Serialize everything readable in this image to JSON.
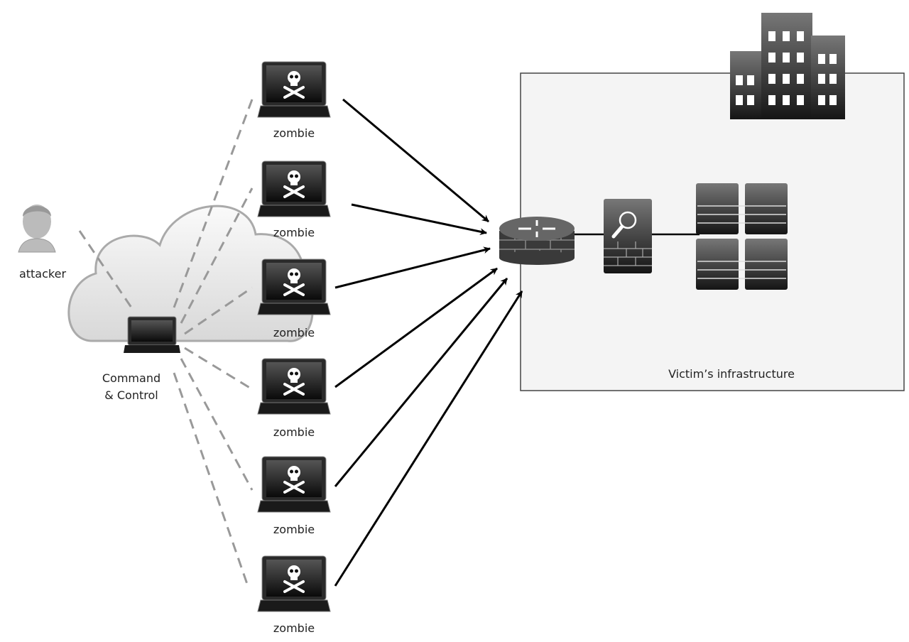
{
  "attacker": {
    "label": "attacker"
  },
  "cnc": {
    "label_line1": "Command",
    "label_line2": "& Control"
  },
  "zombies": [
    {
      "label": "zombie"
    },
    {
      "label": "zombie"
    },
    {
      "label": "zombie"
    },
    {
      "label": "zombie"
    },
    {
      "label": "zombie"
    },
    {
      "label": "zombie"
    }
  ],
  "victim": {
    "label": "Victim’s infrastructure"
  },
  "colors": {
    "box_fill": "#f4f4f4",
    "device_dark": "#1a1a1a",
    "dash": "#999999"
  }
}
